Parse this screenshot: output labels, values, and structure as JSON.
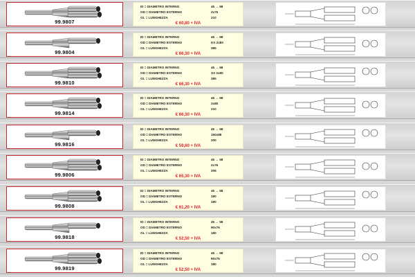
{
  "labels": {
    "id": "ID = DIAMETRO INTERNO",
    "od": "OD = DIAMETRO ESTERNO",
    "ol": "OL = LUNGHEZZA"
  },
  "products": [
    {
      "code": "99.9807",
      "id": "45 → 58",
      "od": "2x76",
      "ol": "210",
      "price": "€ 60,80 + IVA"
    },
    {
      "code": "99.9804",
      "id": "45 → 58",
      "od": "DX 2x80",
      "ol": "385",
      "price": "€ 66,30 + IVA"
    },
    {
      "code": "99.9810",
      "id": "45 → 58",
      "od": "SX 2x80",
      "ol": "385",
      "price": "€ 66,30 + IVA"
    },
    {
      "code": "99.9814",
      "id": "45 → 58",
      "od": "2x80",
      "ol": "210",
      "price": "€ 66,30 + IVA"
    },
    {
      "code": "99.9816",
      "id": "45 → 58",
      "od": "150x88",
      "ol": "200",
      "price": "€ 59,60 + IVA"
    },
    {
      "code": "99.9806",
      "id": "45 → 58",
      "od": "2x76",
      "ol": "206",
      "price": "€ 65,30 + IVA"
    },
    {
      "code": "99.9808",
      "id": "45 → 58",
      "od": "180",
      "ol": "180",
      "price": "€ 61,20 + IVA"
    },
    {
      "code": "99.9818",
      "id": "45 → 58",
      "od": "90x76",
      "ol": "180",
      "price": "€ 52,50 + IVA"
    },
    {
      "code": "99.9819",
      "id": "45 → 58",
      "od": "90x76",
      "ol": "180",
      "price": "€ 52,50 + IVA"
    }
  ],
  "odLabelOverrides": {
    "7": "OD = DIAMETRO ESTERNO"
  },
  "colors": {
    "accent": "#c8232c",
    "price": "#e0202a",
    "specBg": "#fffde2"
  }
}
